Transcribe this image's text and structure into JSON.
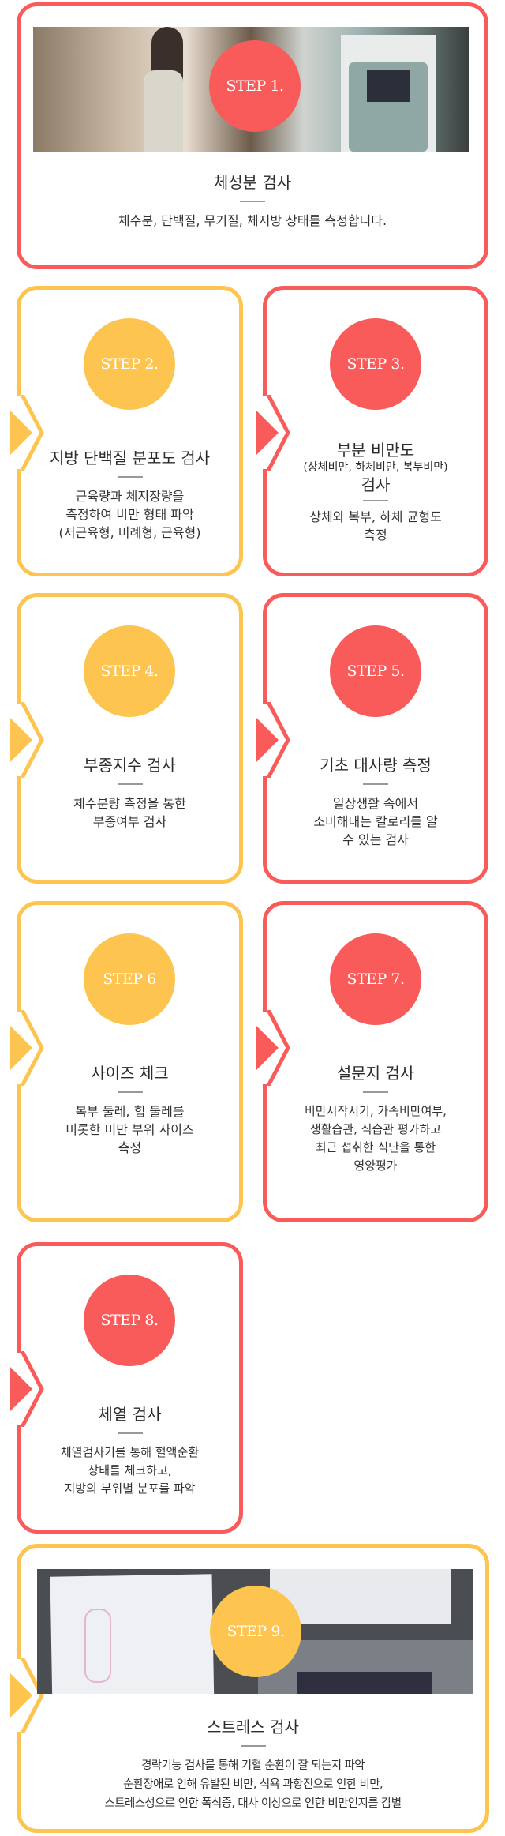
{
  "steps": [
    {
      "label": "STEP 1.",
      "title": "체성분 검사",
      "desc": [
        "체수분, 단백질, 무기질, 체지방 상태를 측정합니다."
      ],
      "color": "#f95b5b",
      "photo": "body-composition-analyzer-photo"
    },
    {
      "label": "STEP 2.",
      "title": "지방 단백질 분포도 검사",
      "desc": [
        "근육량과 체지장량을",
        "측정하여 비만 형태 파악",
        "(저근육형, 비례형, 근육형)"
      ],
      "color": "#fdc54f"
    },
    {
      "label": "STEP 3.",
      "title": "부분 비만도",
      "subtitle": "(상체비만, 하체비만, 복부비만)",
      "title2": "검사",
      "desc": [
        "상체와 복부, 하체 균형도",
        "측정"
      ],
      "color": "#f95b5b"
    },
    {
      "label": "STEP 4.",
      "title": "부종지수 검사",
      "desc": [
        "체수분량 측정을 통한",
        "부종여부 검사"
      ],
      "color": "#fdc54f"
    },
    {
      "label": "STEP 5.",
      "title": "기초 대사량 측정",
      "desc": [
        "일상생활 속에서",
        "소비해내는 칼로리를 알",
        "수 있는 검사"
      ],
      "color": "#f95b5b"
    },
    {
      "label": "STEP 6",
      "title": "사이즈 체크",
      "desc": [
        "복부 둘레, 힙 둘레를",
        "비롯한 비만 부위 사이즈",
        "측정"
      ],
      "color": "#fdc54f"
    },
    {
      "label": "STEP 7.",
      "title": "설문지 검사",
      "desc": [
        "비만시작시기, 가족비만여부,",
        "생활습관, 식습관 평가하고",
        "최근 섭취한 식단을 통한",
        "영양평가"
      ],
      "color": "#f95b5b"
    },
    {
      "label": "STEP 8.",
      "title": "체열 검사",
      "desc": [
        "체열검사기를 통해 혈액순환",
        "상태를 체크하고,",
        "지방의 부위별 분포를 파악"
      ],
      "color": "#f95b5b"
    },
    {
      "label": "STEP 9.",
      "title": "스트레스 검사",
      "desc": [
        "경락기능 검사를 통해 기혈 순환이 잘 되는지 파악",
        "순환장애로 인해 유발된 비만, 식욕 과항진으로 인한 비만,",
        "스트레스성으로 인한 폭식증, 대사 이상으로 인한 비만인지를 감별"
      ],
      "color": "#fdc54f",
      "photo": "stress-test-device-photo"
    }
  ]
}
